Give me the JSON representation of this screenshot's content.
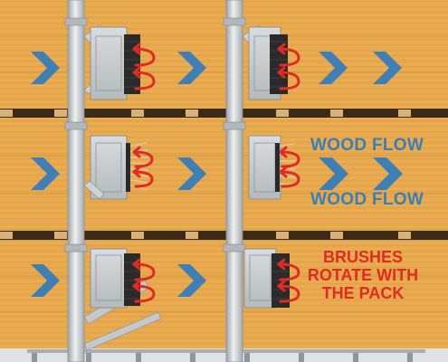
{
  "labels": {
    "wood_flow_top": "WOOD FLOW",
    "wood_flow_bottom": "WOOD FLOW",
    "brushes_line1": "BRUSHES",
    "brushes_line2": "ROTATE WITH",
    "brushes_line3": "THE PACK"
  },
  "colors": {
    "wood": "#e8a94e",
    "wood_edge": "#c98a33",
    "flow_arrow": "#3f7fb5",
    "rotation_arrow": "#e02b22",
    "frame_metal": "#c9cdd0",
    "brush_bristles": "#2a2a2a"
  },
  "icons": {
    "flow": "chevron-right-icon",
    "rotation": "curved-rotation-arrow-icon"
  }
}
